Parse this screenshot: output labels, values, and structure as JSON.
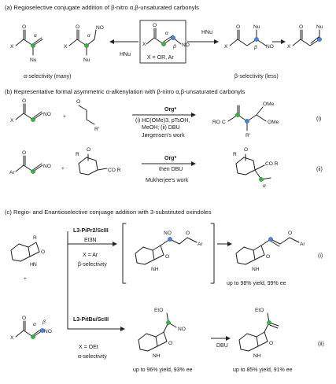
{
  "section_a": {
    "title": "(a) Regioselective conjugate addition of β-nitro α,β-unsaturated carbonyls",
    "hnu_left": "HNu",
    "hnu_right": "HNu",
    "box_label": "X = OR, Ar",
    "alpha_sel": "α-selectivity (many)",
    "beta_sel": "β-selectivity (less)"
  },
  "section_b": {
    "title": "(b) Representative formal asymmetric α-alkenylation with β-nitro α,β-unsaturated carbonyls",
    "r1": {
      "catalyst": "Org*",
      "cond1": "(i) HC(OMe)3, pTsOH,",
      "cond2": "MeOH; (ii) DBU",
      "work": "Jørgensen's work",
      "tag": "(i)"
    },
    "r2": {
      "catalyst": "Org*",
      "cond1": "then DBU",
      "work": "Mukherjee's work",
      "tag": "(ii)"
    }
  },
  "section_c": {
    "title": "(c) Regio- and Enantioselective conjuage addition with 3-substituted oxindoles",
    "upper": {
      "catalyst": "L3-PiPr2/ScIII",
      "base": "Et3N",
      "x_eq": "X = Ar",
      "selectivity": "β-selectivity",
      "yield": "up to 98% yield, 99% ee",
      "tag": "(i)"
    },
    "lower": {
      "catalyst": "L3-PitBu/ScIII",
      "x_eq": "X = OEt",
      "selectivity": "α-selectivity",
      "yield1": "up to 96% yield, 93% ee",
      "dbu": "DBU",
      "yield2": "up to 85% yield, 91% ee",
      "tag": "(ii)"
    }
  },
  "colors": {
    "alpha_dot": "#3cb043",
    "beta_dot": "#4a86d6"
  }
}
